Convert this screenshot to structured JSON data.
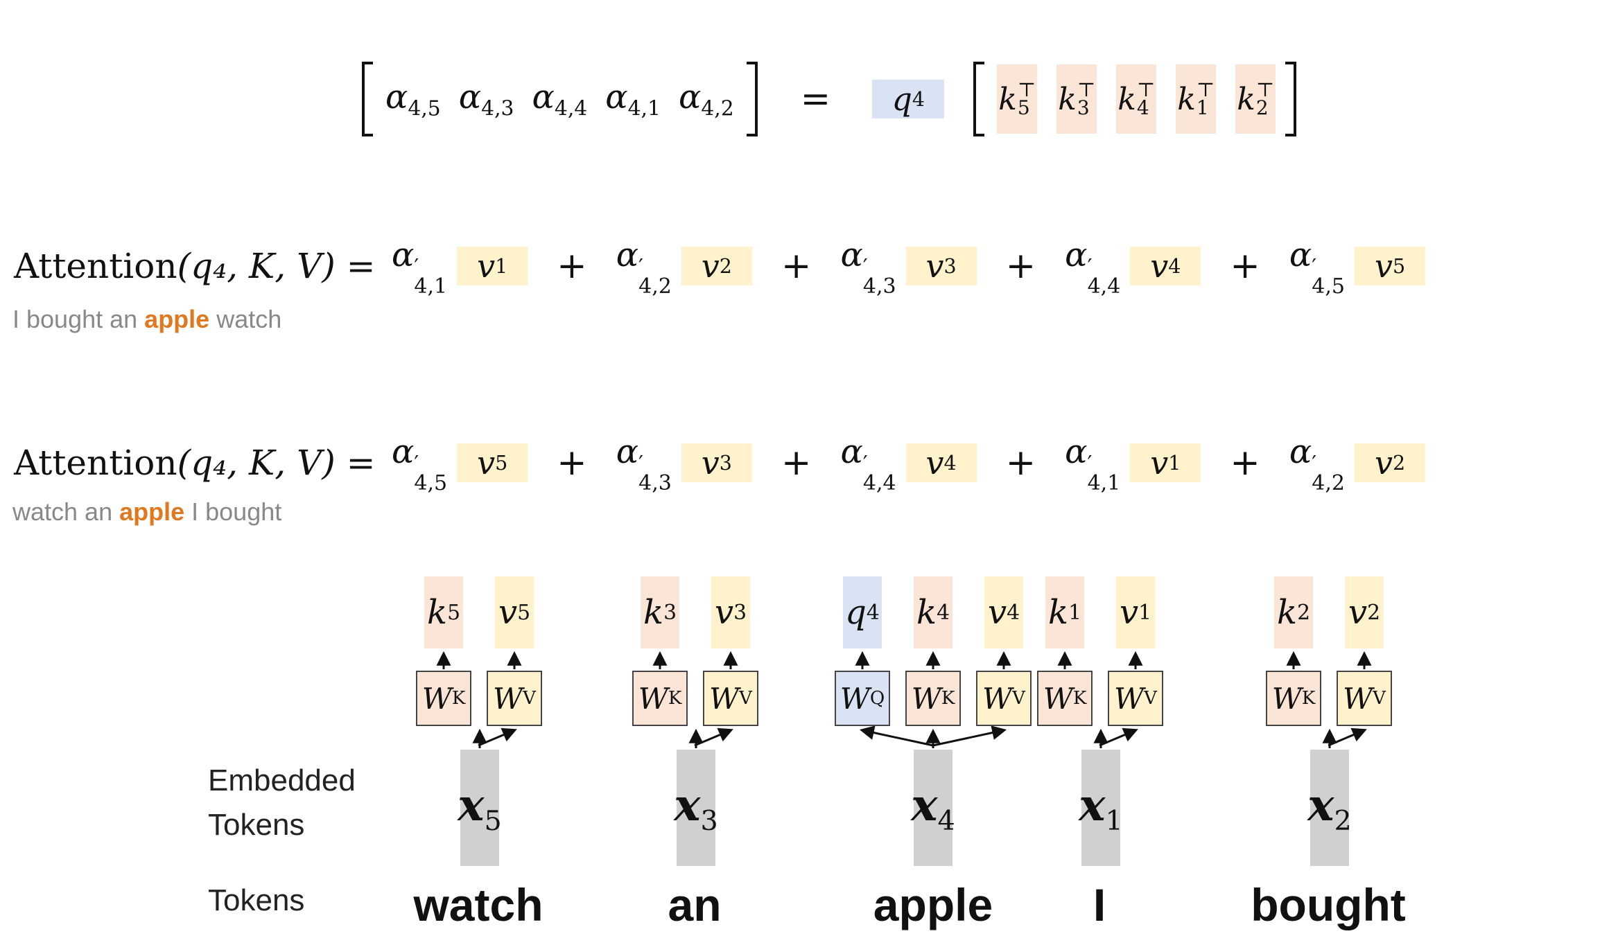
{
  "top_equation": {
    "alphas": [
      "4,5",
      "4,3",
      "4,4",
      "4,1",
      "4,2"
    ],
    "equals": "=",
    "q_sub": "4",
    "k_subs": [
      "5",
      "3",
      "4",
      "1",
      "2"
    ],
    "transpose": "⊤"
  },
  "eq1": {
    "lhs_func": "Attention",
    "lhs_args": "(q₄, K, V) =",
    "terms": [
      {
        "alpha": "4,1",
        "v": "1"
      },
      {
        "alpha": "4,2",
        "v": "2"
      },
      {
        "alpha": "4,3",
        "v": "3"
      },
      {
        "alpha": "4,4",
        "v": "4"
      },
      {
        "alpha": "4,5",
        "v": "5"
      }
    ],
    "caption": {
      "pre": "I bought an ",
      "key": "apple",
      "post": " watch"
    }
  },
  "eq2": {
    "lhs_func": "Attention",
    "lhs_args": "(q₄, K, V) =",
    "terms": [
      {
        "alpha": "4,5",
        "v": "5"
      },
      {
        "alpha": "4,3",
        "v": "3"
      },
      {
        "alpha": "4,4",
        "v": "4"
      },
      {
        "alpha": "4,1",
        "v": "1"
      },
      {
        "alpha": "4,2",
        "v": "2"
      }
    ],
    "caption": {
      "pre": "watch an ",
      "key": "apple",
      "post": " I bought"
    }
  },
  "plus": "+",
  "labels": {
    "embedded_line1": "Embedded",
    "embedded_line2": "Tokens",
    "tokens": "Tokens"
  },
  "columns": [
    {
      "token": "watch",
      "x": "5",
      "k": "5",
      "v": "5",
      "has_q": false
    },
    {
      "token": "an",
      "x": "3",
      "k": "3",
      "v": "3",
      "has_q": false
    },
    {
      "token": "apple",
      "x": "4",
      "k": "4",
      "v": "4",
      "has_q": true,
      "q": "4"
    },
    {
      "token": "I",
      "x": "1",
      "k": "1",
      "v": "1",
      "has_q": false
    },
    {
      "token": "bought",
      "x": "2",
      "k": "2",
      "v": "2",
      "has_q": false
    }
  ],
  "colors": {
    "query": "#dae3f3",
    "key": "#fbe5d6",
    "value": "#fff2cc",
    "embedding": "#d0d0d0",
    "highlight": "#e07820"
  }
}
